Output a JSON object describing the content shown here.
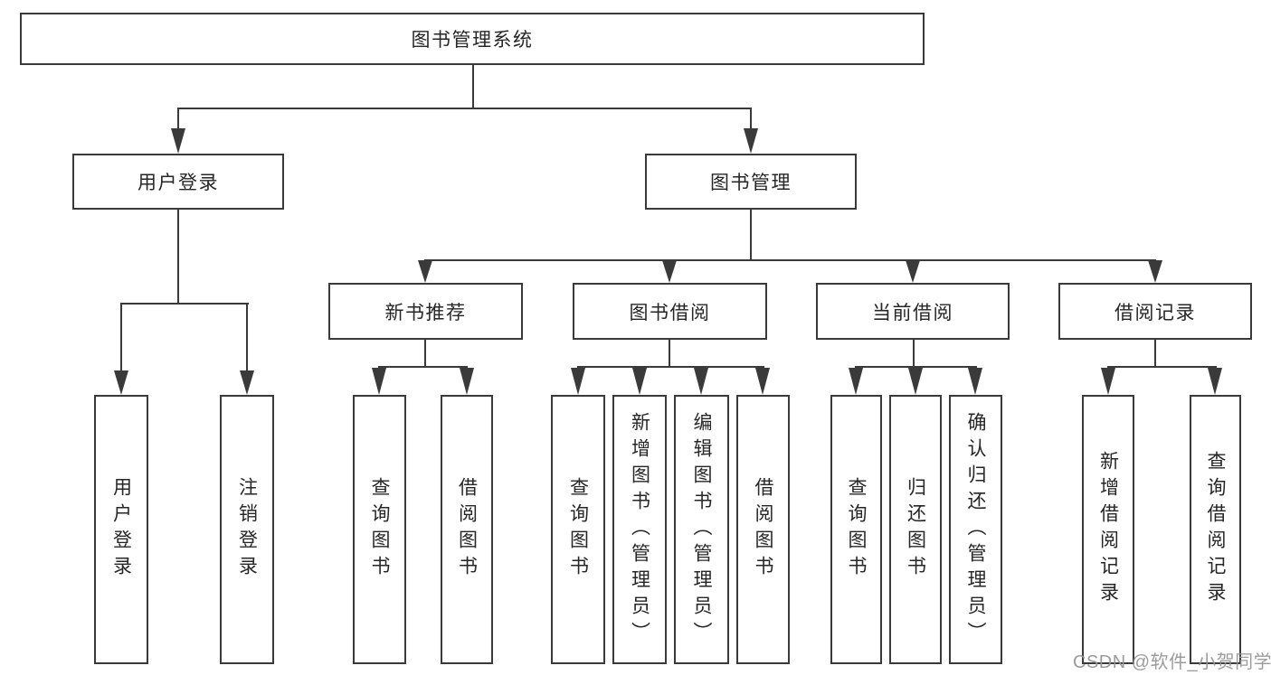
{
  "root_label": "图书管理系统",
  "level2": [
    "用户登录",
    "图书管理"
  ],
  "level3": [
    "新书推荐",
    "图书借阅",
    "当前借阅",
    "借阅记录"
  ],
  "leaves": {
    "user_login": [
      "用户登录",
      "注销登录"
    ],
    "new_book_recommend": [
      "查询图书",
      "借阅图书"
    ],
    "book_borrow": [
      "查询图书",
      "新增图书（管理员）",
      "编辑图书（管理员）",
      "借阅图书"
    ],
    "current_borrow": [
      "查询图书",
      "归还图书",
      "确认归还（管理员）"
    ],
    "borrow_record": [
      "新增借阅记录",
      "查询借阅记录"
    ]
  },
  "watermark": "CSDN @软件_小贺同学",
  "colors": {
    "line": "#3a3a3a",
    "box_border": "#3a3a3a",
    "text": "#262626",
    "watermark": "#949494",
    "background": "#ffffff"
  }
}
